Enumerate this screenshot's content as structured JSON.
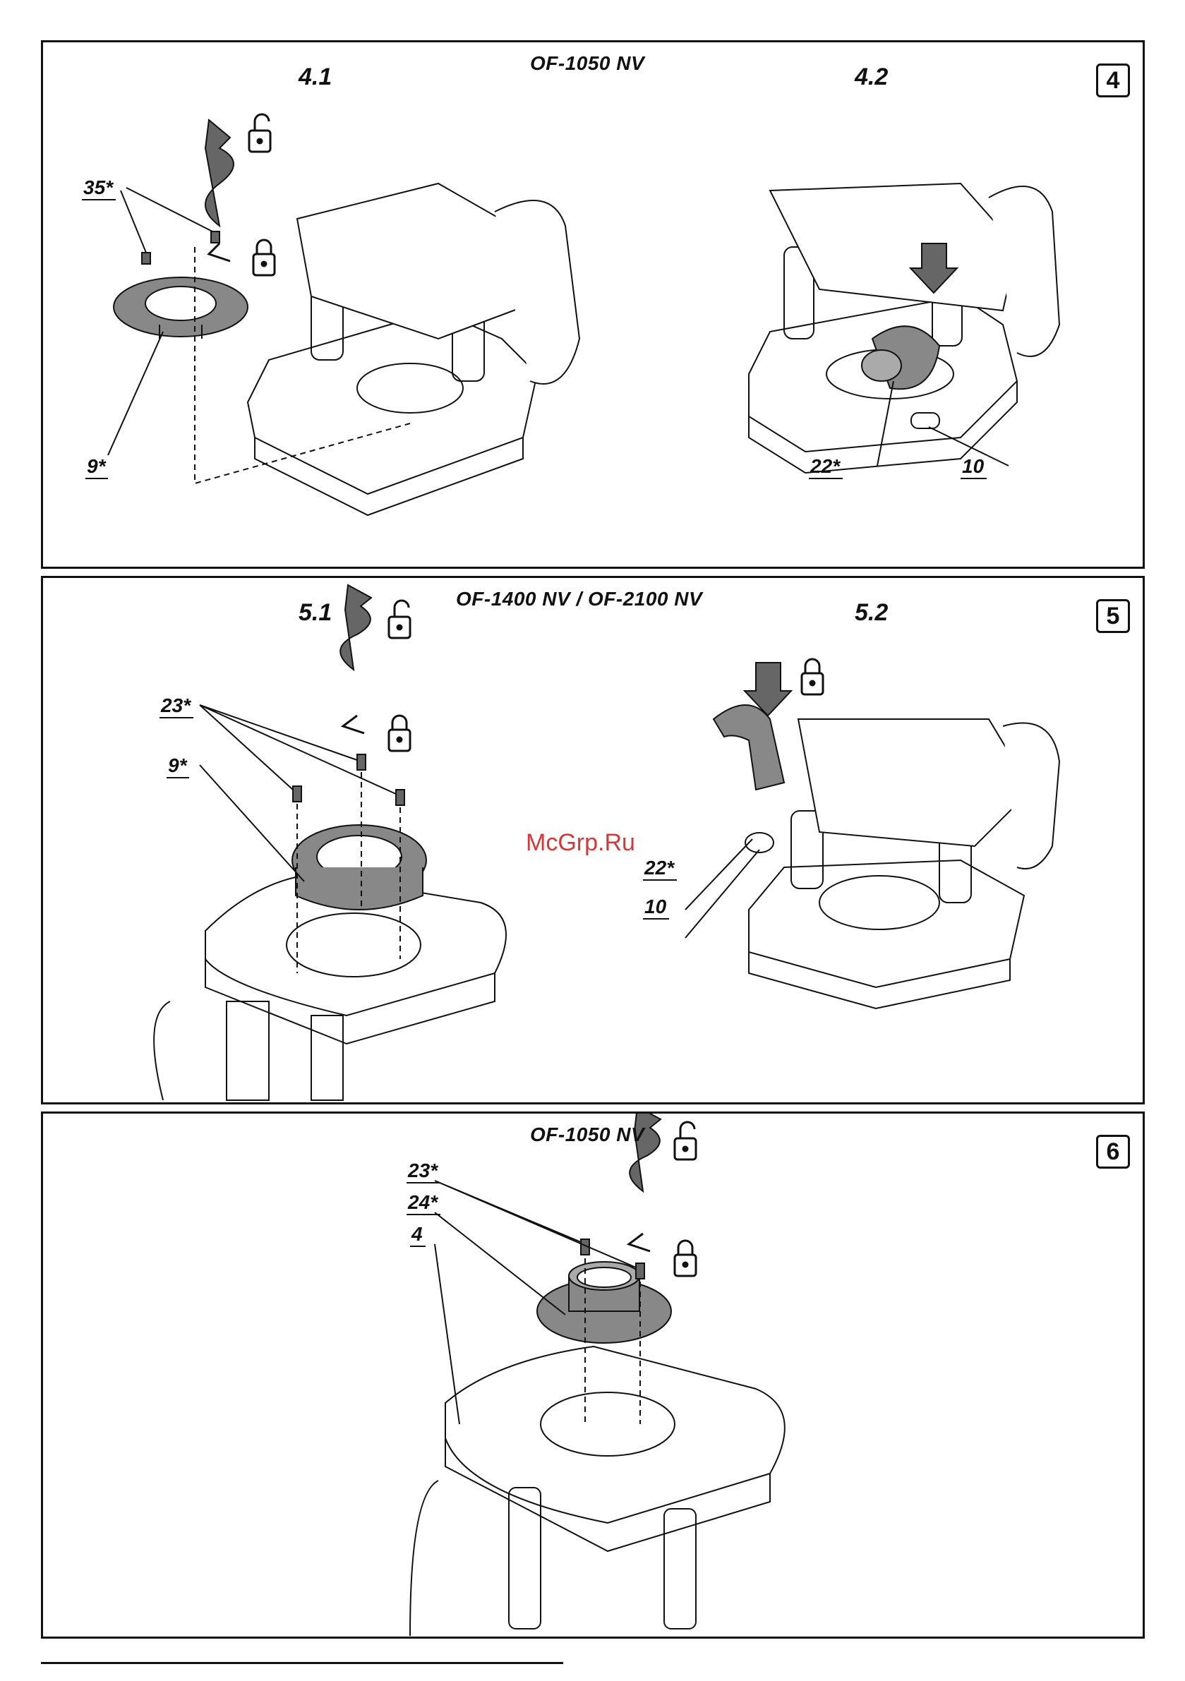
{
  "panel4": {
    "model": "OF-1050 NV",
    "badge": "4",
    "steps": [
      "4.1",
      "4.2"
    ],
    "callouts": [
      "35*",
      "9*",
      "22*",
      "10"
    ]
  },
  "panel5": {
    "model": "OF-1400 NV / OF-2100 NV",
    "badge": "5",
    "steps": [
      "5.1",
      "5.2"
    ],
    "callouts": [
      "23*",
      "9*",
      "22*",
      "10"
    ]
  },
  "panel6": {
    "model": "OF-1050 NV",
    "badge": "6",
    "callouts": [
      "23*",
      "24*",
      "4"
    ]
  },
  "watermark": "McGrp.Ru",
  "icons": [
    "unlock-icon",
    "lock-icon",
    "rotate-arrow-icon",
    "down-arrow-icon"
  ]
}
